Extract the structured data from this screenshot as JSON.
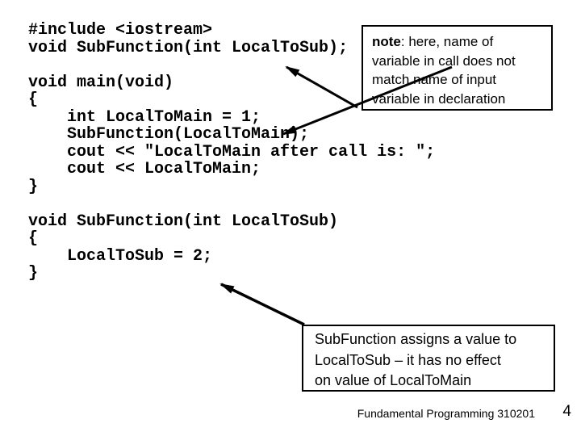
{
  "slide": {
    "code": {
      "text": "#include <iostream>\nvoid SubFunction(int LocalToSub);\n\nvoid main(void)\n{\n    int LocalToMain = 1;\n    SubFunction(LocalToMain);\n    cout << \"LocalToMain after call is: \";\n    cout << LocalToMain;\n}\n\nvoid SubFunction(int LocalToSub)\n{\n    LocalToSub = 2;\n}"
    },
    "note_box": {
      "bold_word": "note",
      "line1_rest": ": here, name of",
      "line2": "variable in call does not",
      "line3": "match name of input",
      "line4": "variable in declaration"
    },
    "comment_box": {
      "line1": "SubFunction assigns a value to",
      "line2": "LocalToSub – it has no effect",
      "line3": "on value of LocalToMain"
    },
    "footer": {
      "course": "Fundamental Programming 310201",
      "page_number": "4"
    },
    "colors": {
      "background": "#ffffff",
      "text": "#000000",
      "border": "#000000",
      "arrow": "#000000"
    }
  }
}
